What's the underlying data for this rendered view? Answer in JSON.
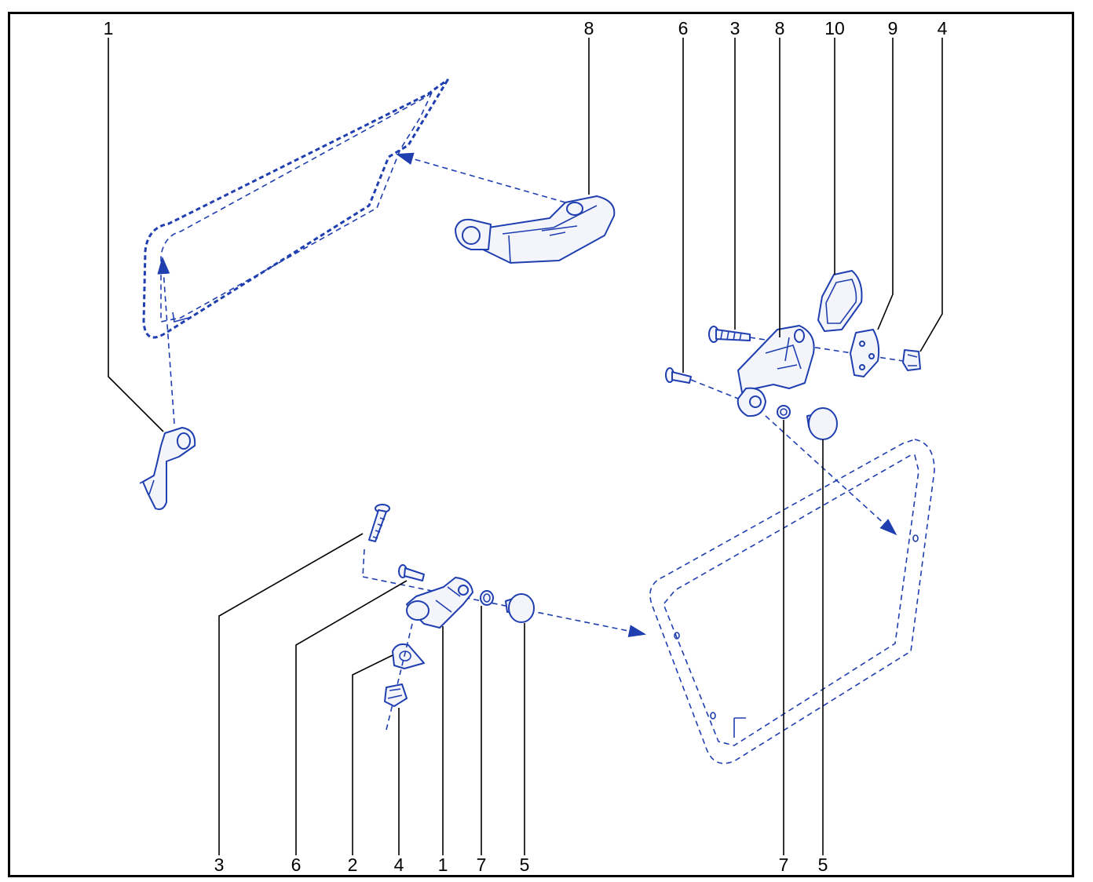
{
  "diagram": {
    "top_labels": [
      "1",
      "8",
      "6",
      "3",
      "8",
      "10",
      "9",
      "4"
    ],
    "bottom_labels": [
      "3",
      "6",
      "2",
      "4",
      "1",
      "7",
      "5",
      "7",
      "5"
    ],
    "colors": {
      "parts": "#1f3fb0",
      "leaders": "#000000",
      "background": "#ffffff"
    }
  }
}
